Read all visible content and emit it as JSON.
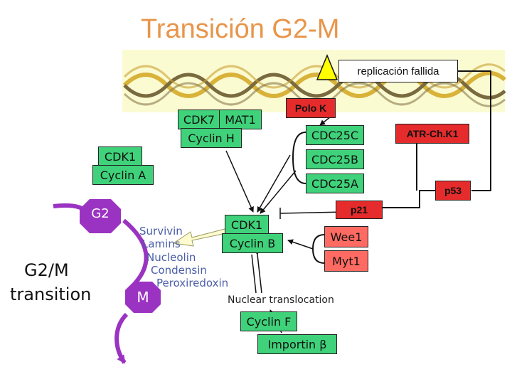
{
  "title": "Transición G2-M",
  "warning_label": "replicación fallida",
  "polo_k": "Polo K",
  "cdk7": "CDK7",
  "mat1": "MAT1",
  "cyclin_h": "Cyclin H",
  "cdk1_a": "CDK1",
  "cyclin_a": "Cyclin A",
  "cdc25c": "CDC25C",
  "cdc25b": "CDC25B",
  "cdc25a": "CDC25A",
  "atr_chk1": "ATR-Ch.K1",
  "p53": "p53",
  "p21": "p21",
  "g2": "G2",
  "m": "M",
  "g2m_transition_line1": "G2/M",
  "g2m_transition_line2": "transition",
  "substrates": [
    "Survivin",
    "Lamins",
    "Nucleolin",
    "Condensin",
    "Peroxiredoxin"
  ],
  "cdk1_b": "CDK1",
  "cyclin_b": "Cyclin B",
  "wee1": "Wee1",
  "myt1": "Myt1",
  "nuclear_translocation": "Nuclear translocation",
  "cyclin_f": "Cyclin F",
  "importin": "Importin β",
  "colors": {
    "title": "#e8954a",
    "complex": "#3fd27a",
    "checkpoint": "#e52b2b",
    "inhibitor": "#ff6b62",
    "phase": "#9b33c2"
  }
}
